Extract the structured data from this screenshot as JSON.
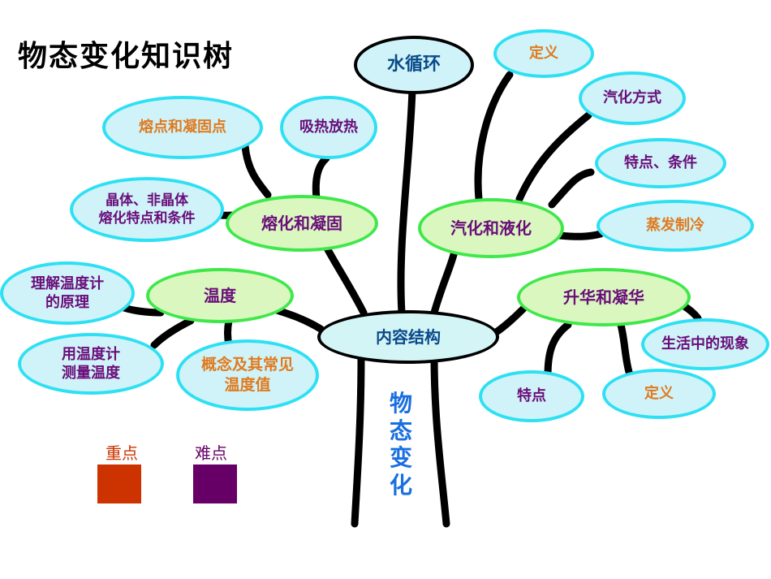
{
  "title": "物态变化知识树",
  "trunk_label": "物态变化",
  "core": "内容结构",
  "water_cycle": "水循环",
  "branches": {
    "melting": {
      "label": "熔化和凝固",
      "leaves": [
        "熔点和凝固点",
        "吸热放热",
        "晶体、非晶体\n熔化特点和条件"
      ]
    },
    "vaporization": {
      "label": "汽化和液化",
      "leaves": [
        "定义",
        "汽化方式",
        "特点、条件",
        "蒸发制冷"
      ]
    },
    "temperature": {
      "label": "温度",
      "leaves": [
        "理解温度计\n的原理",
        "用温度计\n测量温度",
        "概念及其常见\n温度值"
      ]
    },
    "sublimation": {
      "label": "升华和凝华",
      "leaves": [
        "生活中的现象",
        "特点",
        "定义"
      ]
    }
  },
  "legend": {
    "key_point": {
      "label": "重点",
      "color": "#cc3300"
    },
    "difficult_point": {
      "label": "难点",
      "color": "#660066"
    }
  },
  "colors": {
    "orange_text": "#e07a1f",
    "purple_text": "#6a0d7a",
    "trunk_text": "#1a6fe0",
    "leaf_border": "#2ee0f3",
    "main_border": "#3fe84a"
  }
}
